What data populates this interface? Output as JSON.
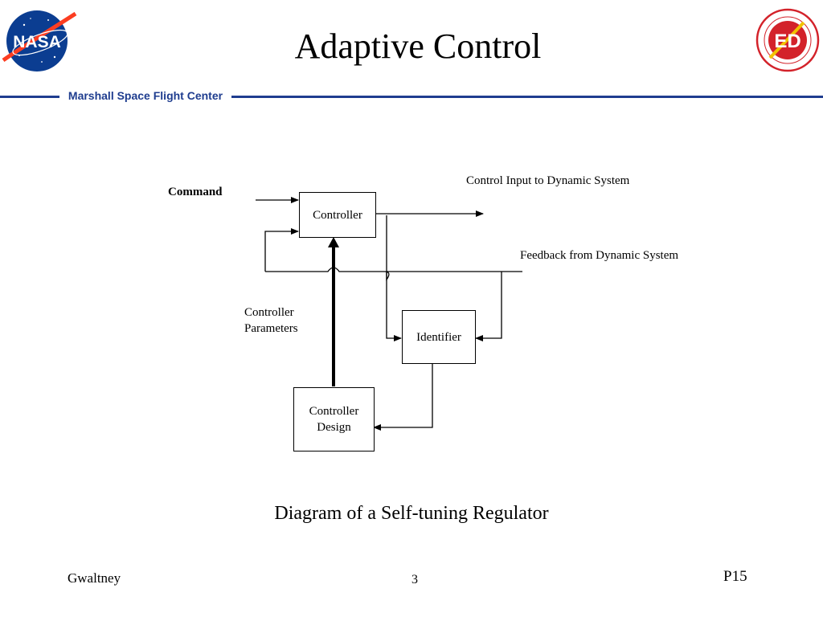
{
  "slide": {
    "title": "Adaptive Control",
    "center_name": "Marshall Space Flight Center",
    "nasa_logo_text": "NASA",
    "ed_logo_text": "ED",
    "colors": {
      "nasa_blue": "#0b3d91",
      "nasa_red": "#fc3d21",
      "header_blue": "#1f3d8f",
      "ed_red": "#d3222a"
    }
  },
  "diagram": {
    "command_label": "Command",
    "control_input_label": "Control Input to Dynamic System",
    "feedback_label": "Feedback from Dynamic System",
    "controller_block": "Controller",
    "identifier_block": "Identifier",
    "controller_design_line1": "Controller",
    "controller_design_line2": "Design",
    "params_line1": "Controller",
    "params_line2": "Parameters",
    "caption": "Diagram of a Self-tuning Regulator"
  },
  "footer": {
    "author": "Gwaltney",
    "page_number": "3",
    "page_ref": "P15"
  }
}
